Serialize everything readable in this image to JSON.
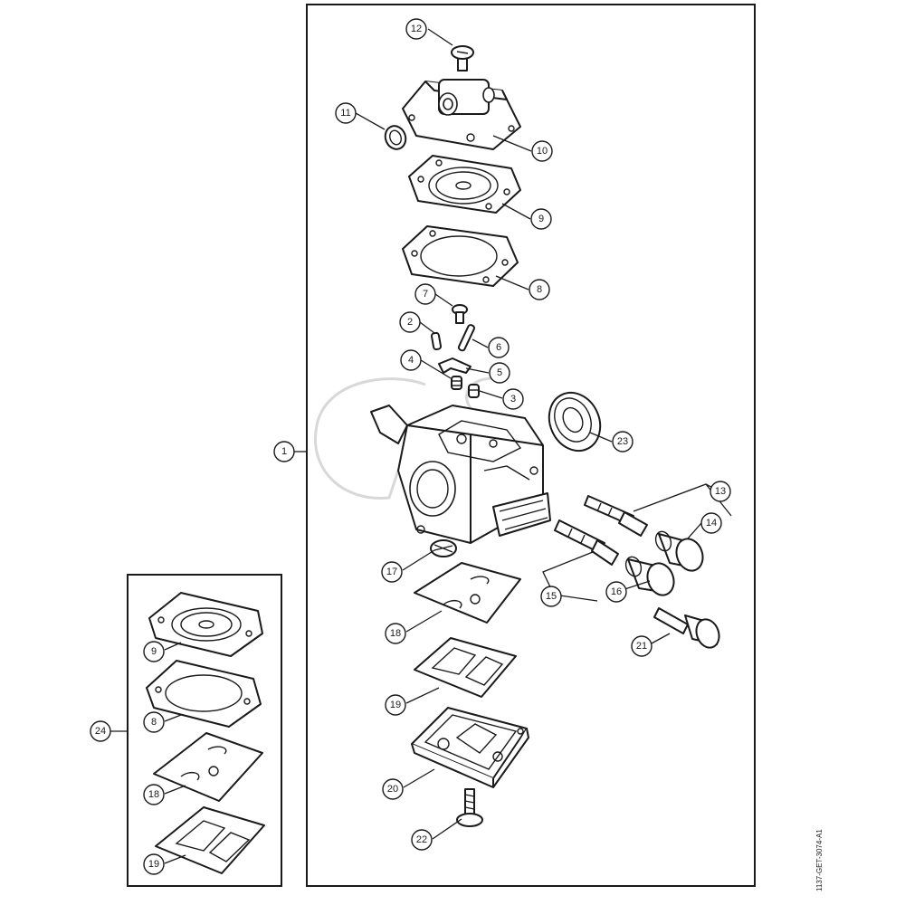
{
  "diagram": {
    "document_number": "1137-GET-3074-A1",
    "callouts": [
      "1",
      "2",
      "3",
      "4",
      "5",
      "6",
      "7",
      "8",
      "9",
      "10",
      "11",
      "12",
      "13",
      "14",
      "15",
      "16",
      "17",
      "18",
      "19",
      "20",
      "21",
      "22",
      "23",
      "24"
    ],
    "kit_callouts": [
      "9",
      "8",
      "18",
      "19"
    ],
    "watermark": "logo"
  }
}
